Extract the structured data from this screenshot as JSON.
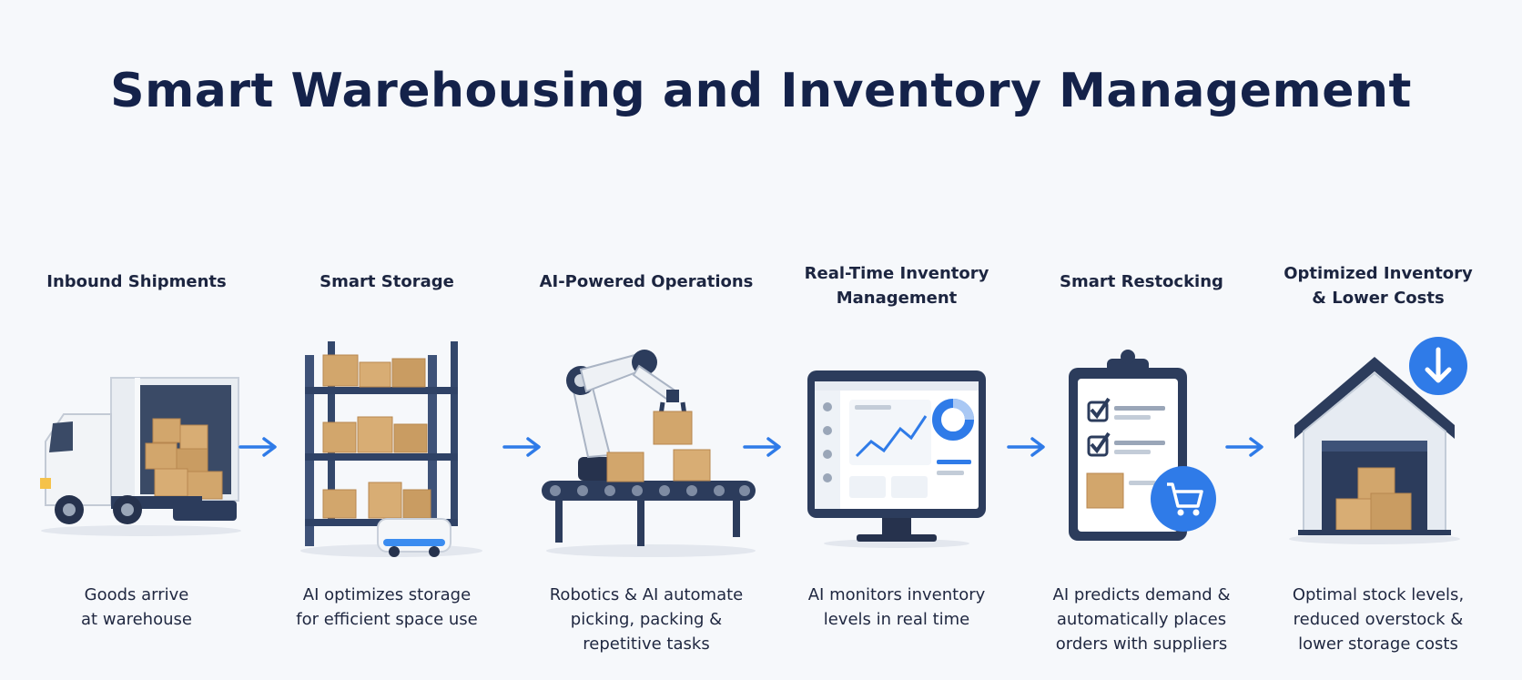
{
  "title": "Smart Warehousing and Inventory Management",
  "colors": {
    "accent": "#2f7be8",
    "navy": "#2c3c5c",
    "box": "#d2a66c",
    "title": "#14224a"
  },
  "steps": [
    {
      "title": [
        "Inbound Shipments"
      ],
      "desc": [
        "Goods arrive",
        "at warehouse"
      ],
      "icon": "delivery-truck-icon"
    },
    {
      "title": [
        "Smart Storage"
      ],
      "desc": [
        "AI optimizes storage",
        "for efficient space use"
      ],
      "icon": "storage-rack-icon"
    },
    {
      "title": [
        "AI-Powered Operations"
      ],
      "desc": [
        "Robotics & AI automate",
        "picking, packing &",
        "repetitive tasks"
      ],
      "icon": "robotic-arm-icon"
    },
    {
      "title": [
        "Real-Time Inventory",
        "Management"
      ],
      "desc": [
        "AI monitors inventory",
        "levels in real time"
      ],
      "icon": "monitor-dashboard-icon"
    },
    {
      "title": [
        "Smart Restocking"
      ],
      "desc": [
        "AI predicts demand &",
        "automatically places",
        "orders with suppliers"
      ],
      "icon": "clipboard-cart-icon"
    },
    {
      "title": [
        "Optimized Inventory",
        "& Lower Costs"
      ],
      "desc": [
        "Optimal stock levels,",
        "reduced overstock &",
        "lower storage costs"
      ],
      "icon": "warehouse-icon"
    }
  ]
}
